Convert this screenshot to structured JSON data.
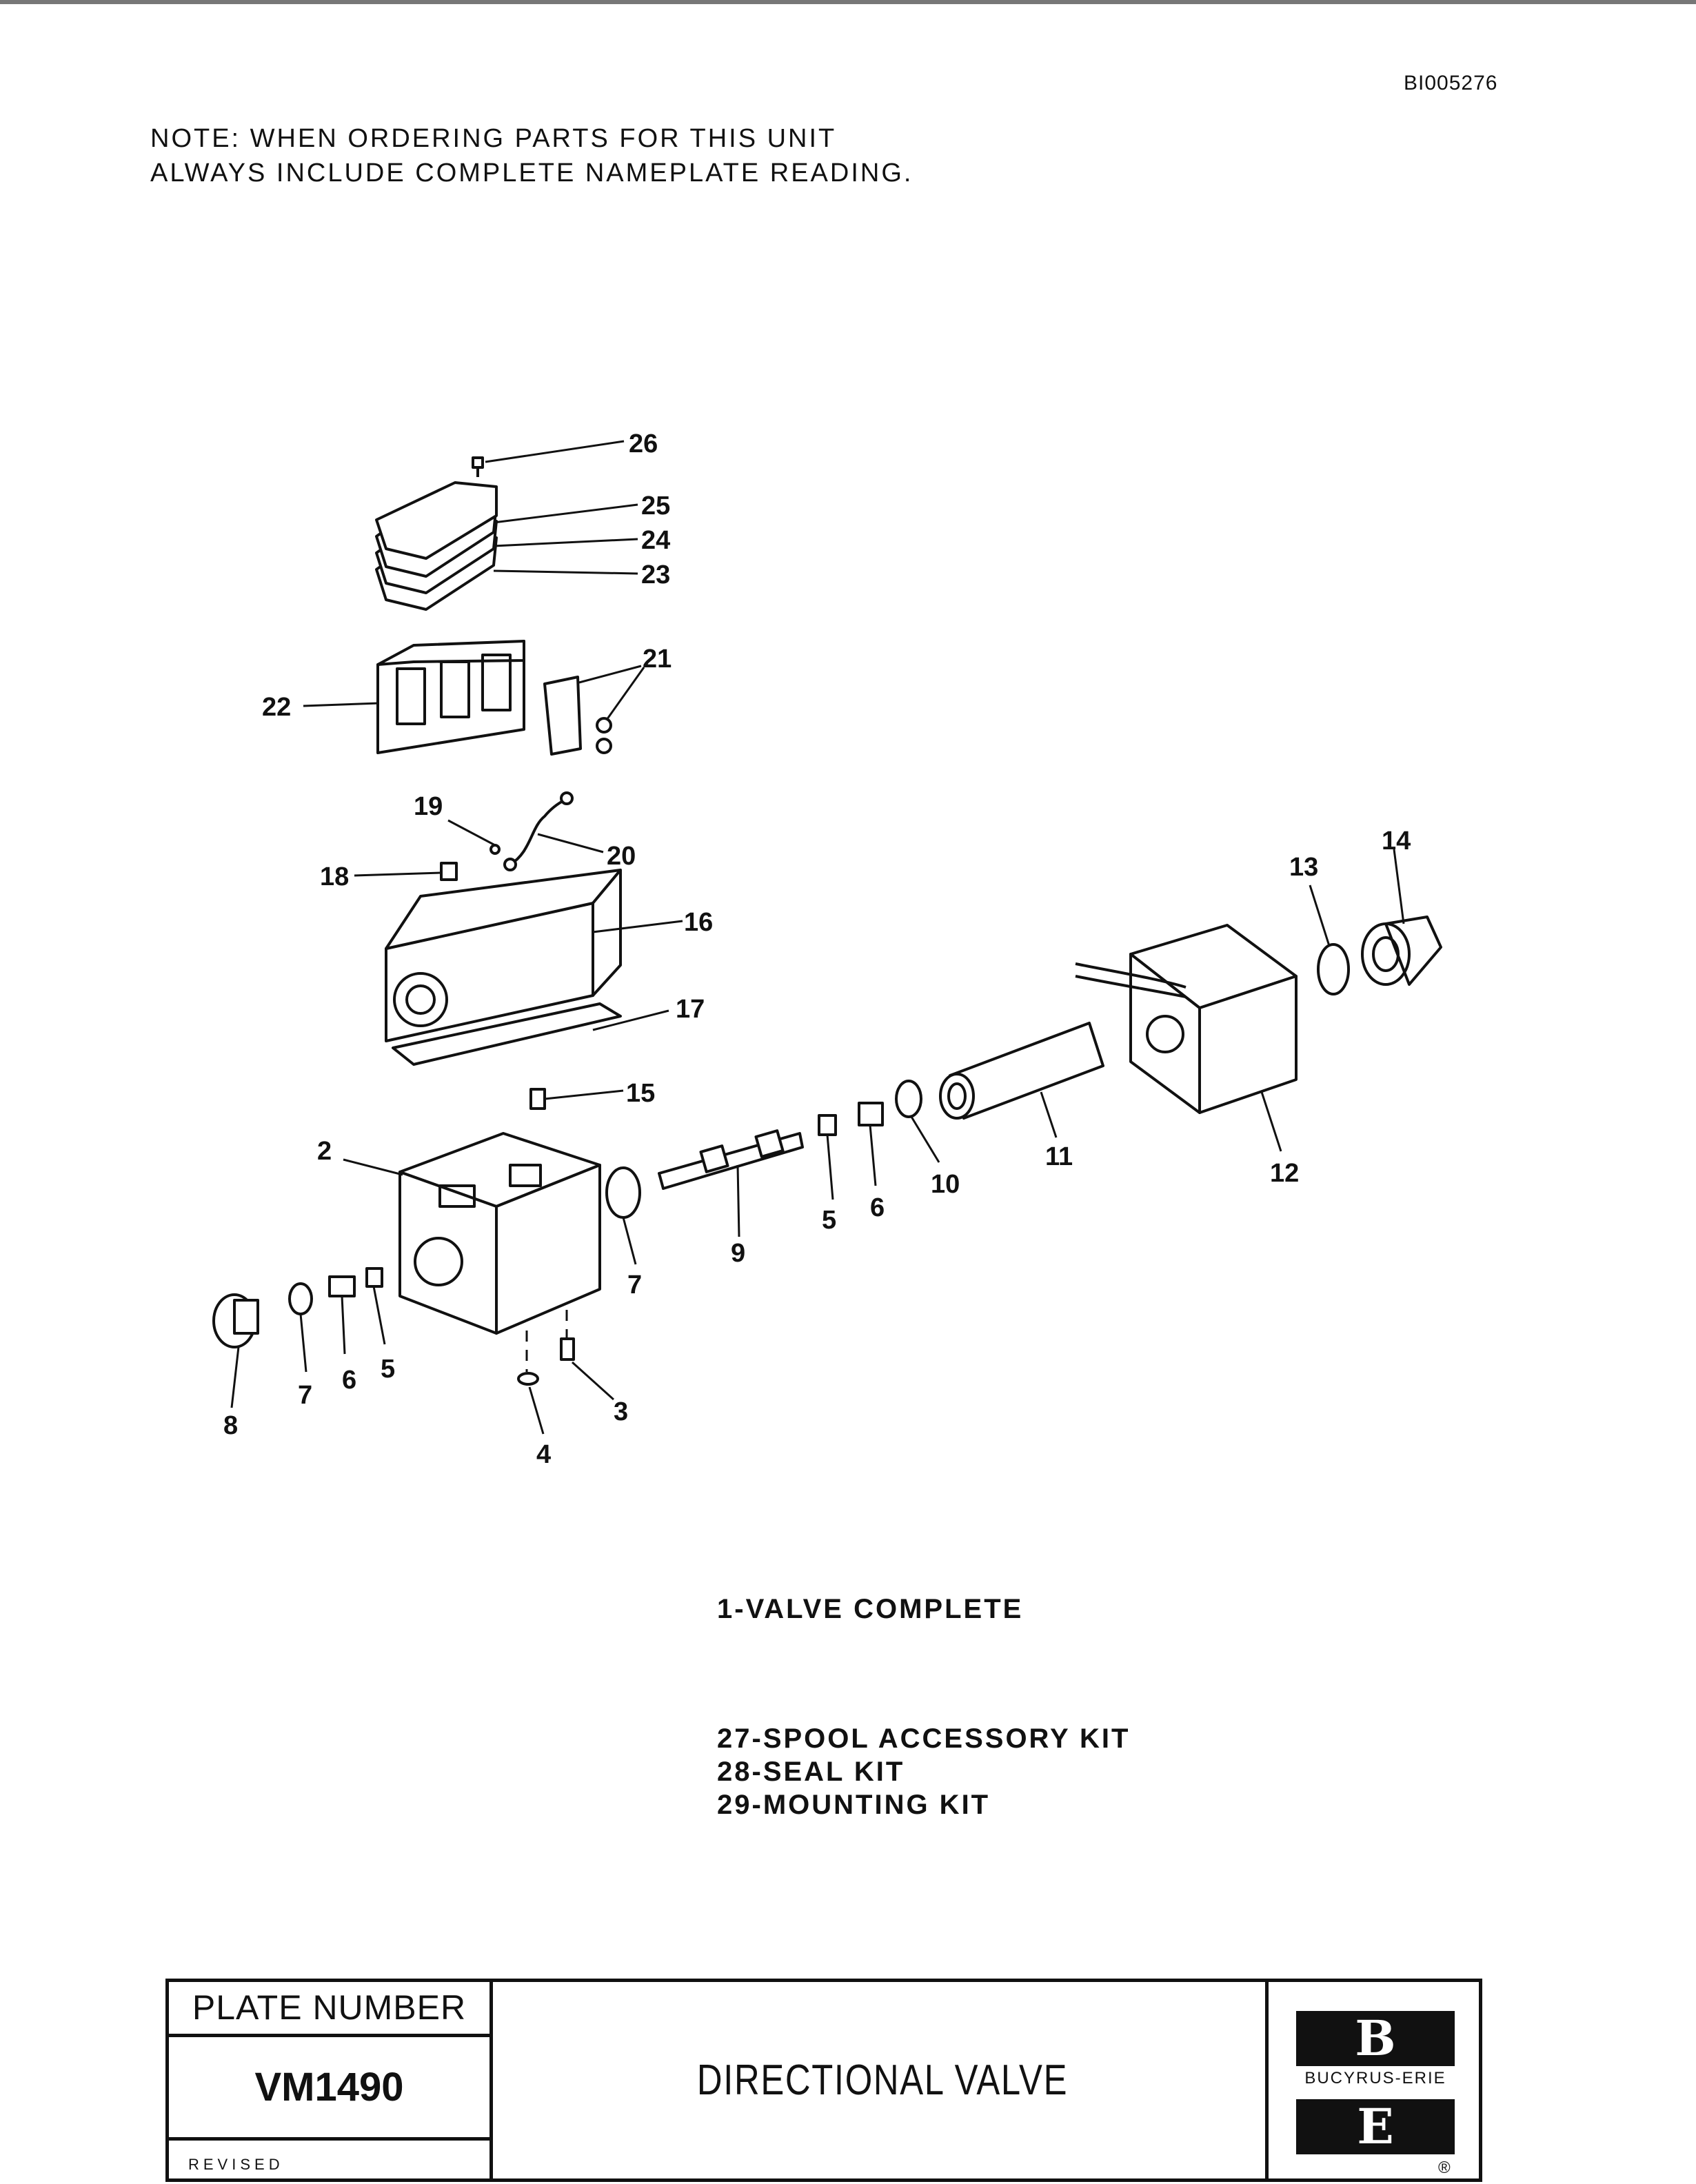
{
  "document_id": "BI005276",
  "note": {
    "line1": "NOTE:  WHEN ORDERING PARTS FOR THIS UNIT",
    "line2": "ALWAYS INCLUDE COMPLETE NAMEPLATE READING."
  },
  "callouts": {
    "c26": "26",
    "c25": "25",
    "c24": "24",
    "c23": "23",
    "c22": "22",
    "c21": "21",
    "c19": "19",
    "c20": "20",
    "c18": "18",
    "c16": "16",
    "c17": "17",
    "c15": "15",
    "c14": "14",
    "c13": "13",
    "c12": "12",
    "c11": "11",
    "c10": "10",
    "c9": "9",
    "c5a": "5",
    "c6a": "6",
    "c7a": "7",
    "c2": "2",
    "c8": "8",
    "c7b": "7",
    "c6b": "6",
    "c5b": "5",
    "c3": "3",
    "c4": "4"
  },
  "parts_list": {
    "valve_complete": "1-VALVE  COMPLETE",
    "kit_spool": "27-SPOOL  ACCESSORY  KIT",
    "kit_seal": "28-SEAL  KIT",
    "kit_mounting": "29-MOUNTING  KIT"
  },
  "title_block": {
    "plate_number_label": "PLATE NUMBER",
    "plate_number": "VM1490",
    "revised_label": "REVISED",
    "title": "DIRECTIONAL VALVE",
    "logo_top_letter": "B",
    "logo_text": "BUCYRUS-ERIE",
    "logo_bottom_letter": "E",
    "registered_mark": "®"
  }
}
